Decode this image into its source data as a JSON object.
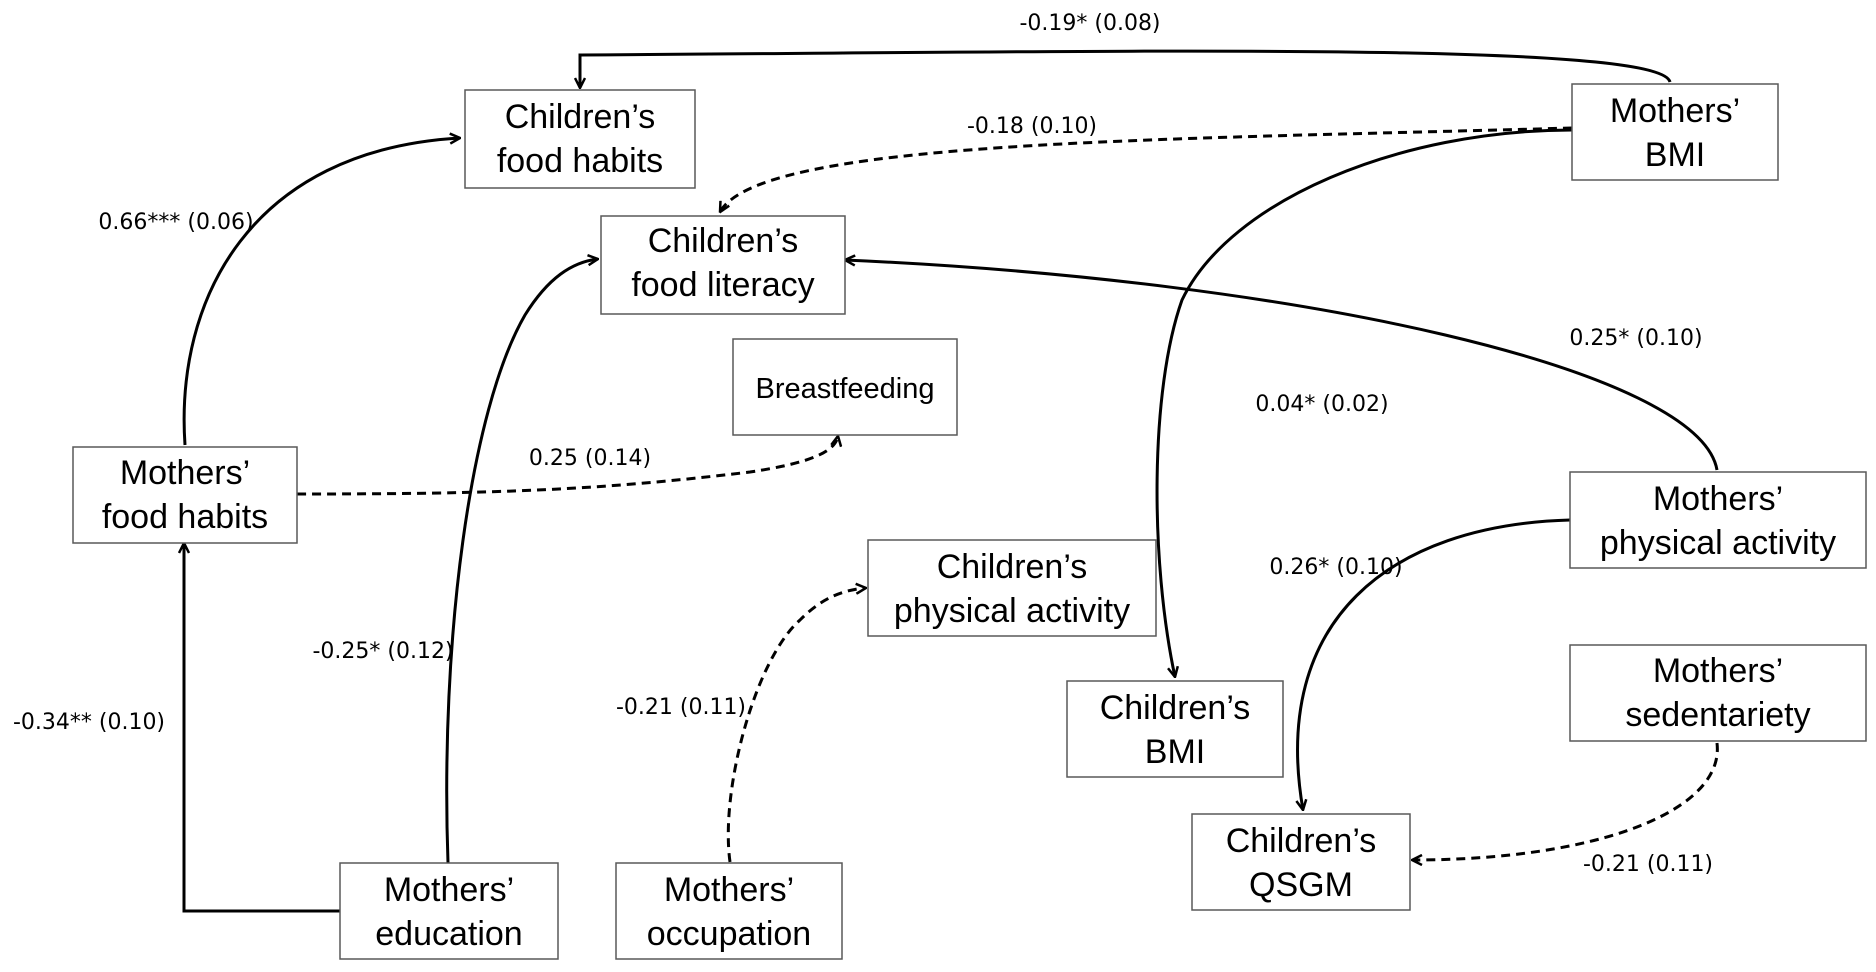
{
  "nodes": {
    "children_food_habits": {
      "lines": [
        "Children’s",
        "food habits"
      ]
    },
    "children_food_literacy": {
      "lines": [
        "Children’s",
        "food literacy"
      ]
    },
    "mothers_bmi": {
      "lines": [
        "Mothers’",
        "BMI"
      ]
    },
    "breastfeeding": {
      "lines": [
        "Breastfeeding"
      ]
    },
    "mothers_food_habits": {
      "lines": [
        "Mothers’",
        "food habits"
      ]
    },
    "mothers_physical_activity": {
      "lines": [
        "Mothers’",
        "physical activity"
      ]
    },
    "children_physical_activity": {
      "lines": [
        "Children’s",
        "physical activity"
      ]
    },
    "children_bmi": {
      "lines": [
        "Children’s",
        "BMI"
      ]
    },
    "mothers_sedentariety": {
      "lines": [
        "Mothers’",
        "sedentariety"
      ]
    },
    "children_qsgm": {
      "lines": [
        "Children’s",
        "QSGM"
      ]
    },
    "mothers_education": {
      "lines": [
        "Mothers’",
        "education"
      ]
    },
    "mothers_occupation": {
      "lines": [
        "Mothers’",
        "occupation"
      ]
    }
  },
  "edges": [
    {
      "from": "Mothers’ BMI",
      "to": "Children’s food habits",
      "label": "-0.19* (0.08)",
      "style": "solid"
    },
    {
      "from": "Mothers’ BMI",
      "to": "Children’s food literacy",
      "label": "-0.18 (0.10)",
      "style": "dashed"
    },
    {
      "from": "Mothers’ food habits",
      "to": "Children’s food habits",
      "label": "0.66*** (0.06)",
      "style": "solid"
    },
    {
      "from": "Mothers’ physical activity",
      "to": "Children’s food literacy",
      "label": "0.25* (0.10)",
      "style": "solid"
    },
    {
      "from": "Mothers’ BMI",
      "to": "Children’s BMI",
      "label": "0.04* (0.02)",
      "style": "solid"
    },
    {
      "from": "Mothers’ food habits",
      "to": "Breastfeeding",
      "label": "0.25 (0.14)",
      "style": "dashed"
    },
    {
      "from": "Mothers’ physical activity",
      "to": "Children’s QSGM",
      "label": "0.26* (0.10)",
      "style": "solid"
    },
    {
      "from": "Mothers’ education",
      "to": "Children’s food literacy",
      "label": "-0.25* (0.12)",
      "style": "solid"
    },
    {
      "from": "Mothers’ education",
      "to": "Mothers’ food habits",
      "label": "-0.34** (0.10)",
      "style": "solid"
    },
    {
      "from": "Mothers’ occupation",
      "to": "Children’s physical activity",
      "label": "-0.21 (0.11)",
      "style": "dashed"
    },
    {
      "from": "Mothers’ sedentariety",
      "to": "Children’s QSGM",
      "label": "-0.21 (0.11)",
      "style": "dashed"
    }
  ]
}
